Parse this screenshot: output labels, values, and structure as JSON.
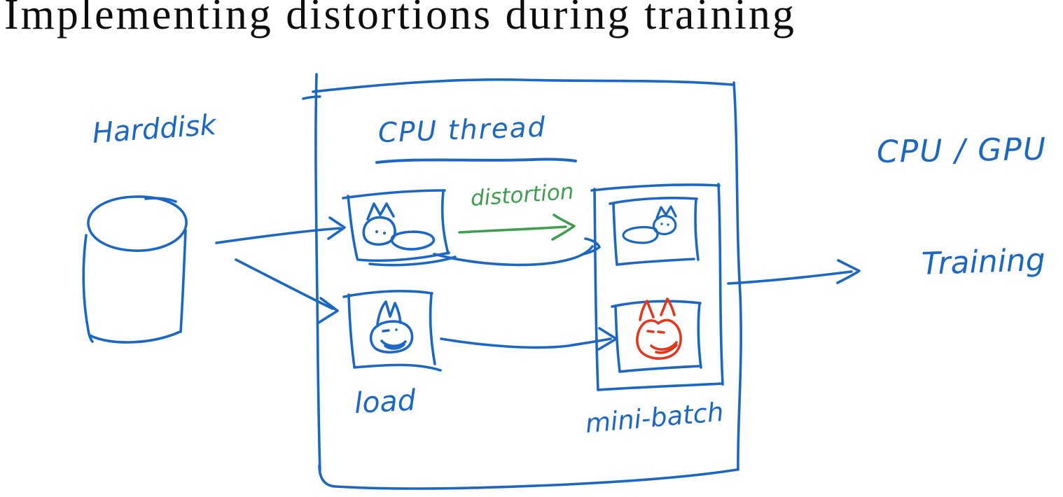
{
  "title": "Implementing distortions during training",
  "labels": {
    "harddisk": "Harddisk",
    "cpu_thread": "CPU thread",
    "distortion": "distortion",
    "load": "load",
    "mini_batch": "mini-batch",
    "cpu_gpu": "CPU / GPU",
    "training": "Training"
  },
  "ink_colors": {
    "blue": "#1c67c2",
    "green": "#3f9e4e",
    "red": "#e0381f",
    "title_black": "#0d0d0d"
  }
}
